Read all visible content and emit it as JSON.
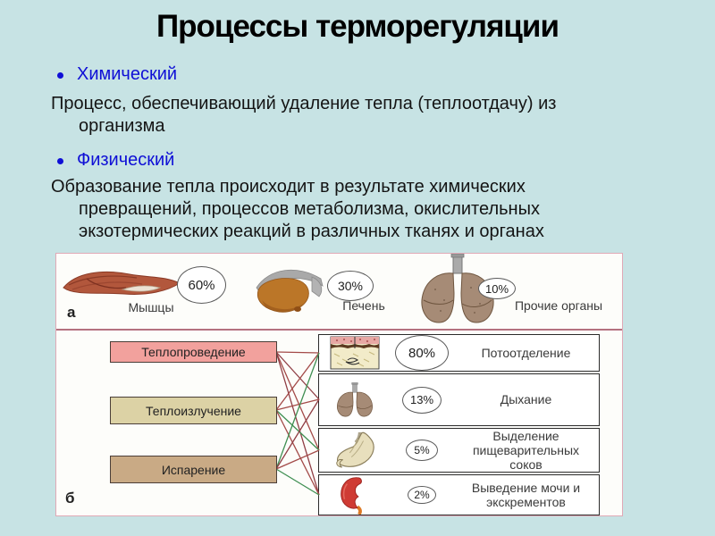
{
  "slide": {
    "title": "Процессы терморегуляции",
    "bullet1": "Химический",
    "paragraph1": "Процесс, обеспечивающий удаление тепла (теплоотдачу) из организма",
    "bullet2": "Физический",
    "paragraph2": "Образование тепла происходит в результате химических превращений, процессов метаболизма, окислительных экзотермических реакций в различных тканях и органах"
  },
  "diagram": {
    "section_a": {
      "label": "а",
      "items": [
        {
          "organ": "muscles",
          "name": "Мышцы",
          "percent": "60%"
        },
        {
          "organ": "liver",
          "name": "Печень",
          "percent": "30%"
        },
        {
          "organ": "lungs",
          "name": "Прочие органы",
          "percent": "10%"
        }
      ]
    },
    "section_b": {
      "label": "б",
      "mechanisms": [
        {
          "name": "Теплопроведение",
          "fill": "#f2a19d"
        },
        {
          "name": "Теплоизлучение",
          "fill": "#dcd2a5"
        },
        {
          "name": "Испарение",
          "fill": "#c9aa85"
        }
      ],
      "pathways": [
        {
          "organ": "skin",
          "percent": "80%",
          "name": "Потоотделение"
        },
        {
          "organ": "lungs",
          "percent": "13%",
          "name": "Дыхание"
        },
        {
          "organ": "stomach",
          "percent": "5%",
          "name": "Выделение пищеварительных соков"
        },
        {
          "organ": "kidney",
          "percent": "2%",
          "name": "Выведение мочи и экскрементов"
        }
      ]
    }
  },
  "colors": {
    "background": "#c7e3e4",
    "bullet_text": "#0f0fd6",
    "panel_background": "#fdfdfa",
    "panel_border": "#e0a9b6",
    "section_divider": "#b4717f",
    "mechanism_fills": [
      "#f2a19d",
      "#dcd2a5",
      "#c9aa85"
    ],
    "link_line_red": "#a34a48",
    "link_line_dark_red": "#8f3d44",
    "link_line_green": "#3f8f52"
  }
}
